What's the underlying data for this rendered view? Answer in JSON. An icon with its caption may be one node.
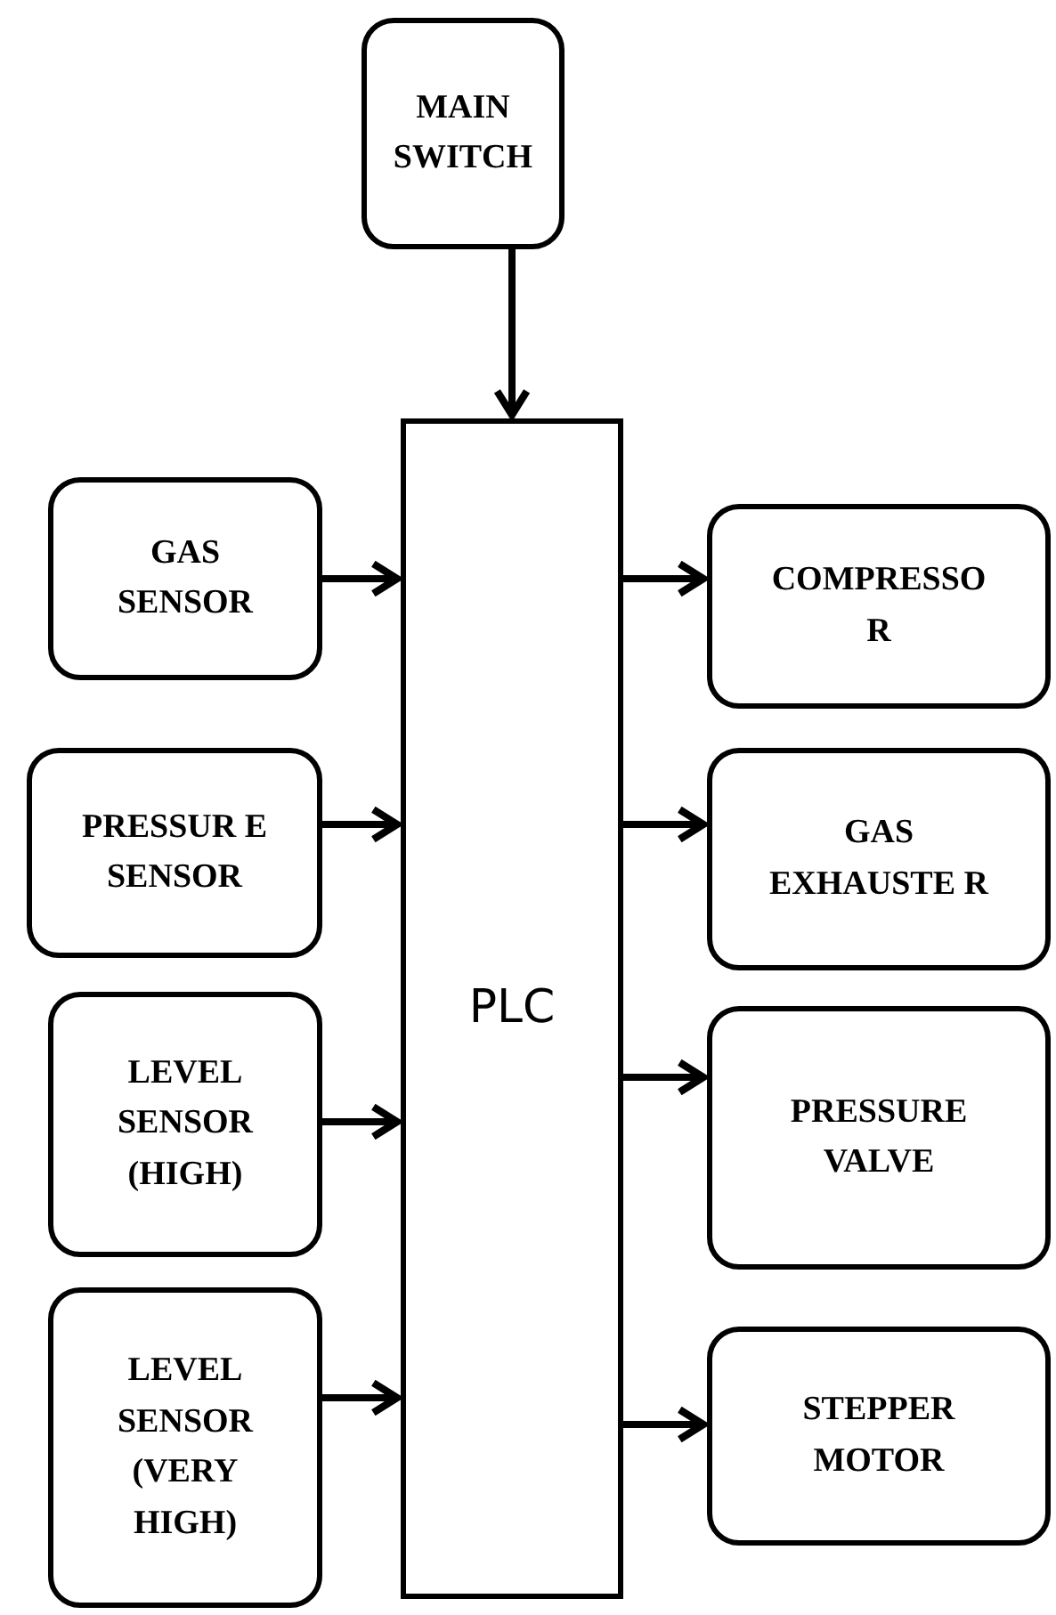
{
  "diagram": {
    "nodes": [
      {
        "text": [
          "MAIN SWITCH"
        ]
      },
      {
        "text": [
          "PLC"
        ]
      },
      {
        "text": [
          "GAS SENSOR"
        ]
      },
      {
        "text": [
          "PRESSUR E SENSOR"
        ]
      },
      {
        "text": [
          "LEVEL SENSOR (HIGH)"
        ]
      },
      {
        "text": [
          "LEVEL SENSOR (VERY HIGH)"
        ]
      },
      {
        "text": [
          "COMPRESSO R"
        ]
      },
      {
        "text": [
          "GAS EXHAUSTE R"
        ]
      },
      {
        "text": [
          "PRESSURE VALVE"
        ]
      },
      {
        "text": [
          "STEPPER MOTOR"
        ]
      }
    ],
    "edges": [
      {
        "from": 0,
        "to": 1,
        "arrow": "to"
      },
      {
        "from": 2,
        "to": 1,
        "arrow": "to"
      },
      {
        "from": 3,
        "to": 1,
        "arrow": "to"
      },
      {
        "from": 4,
        "to": 1,
        "arrow": "to"
      },
      {
        "from": 5,
        "to": 1,
        "arrow": "to"
      },
      {
        "from": 1,
        "to": 6,
        "arrow": "to"
      },
      {
        "from": 1,
        "to": 7,
        "arrow": "to"
      },
      {
        "from": 1,
        "to": 8,
        "arrow": "to"
      },
      {
        "from": 1,
        "to": 9,
        "arrow": "to"
      }
    ]
  }
}
